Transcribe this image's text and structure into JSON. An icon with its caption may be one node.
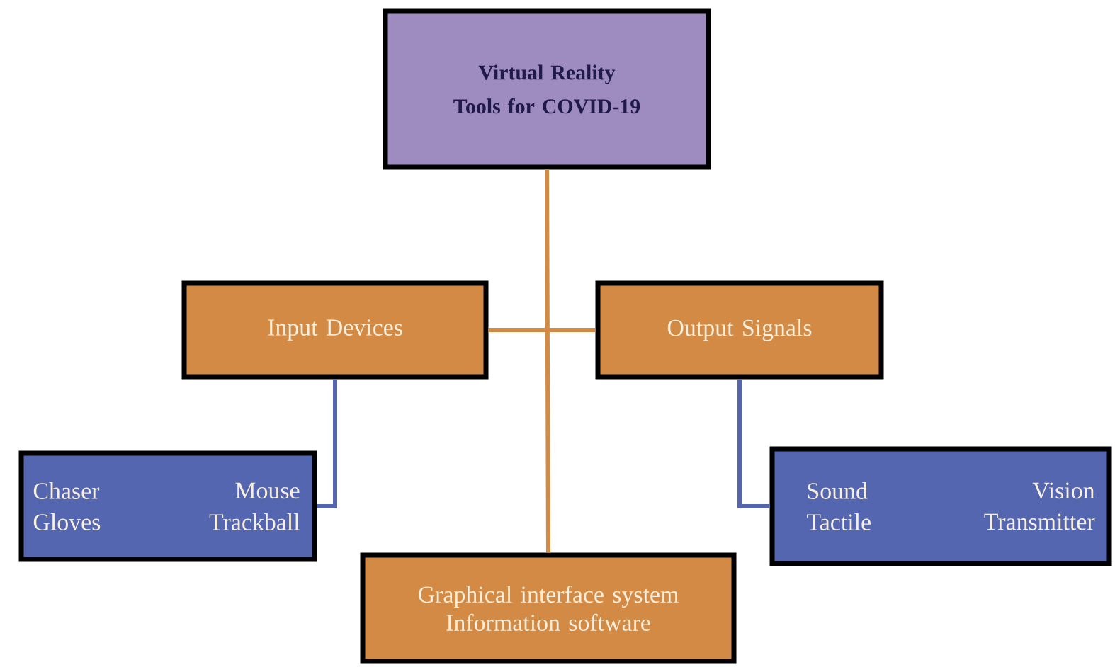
{
  "diagram": {
    "nodes": [
      {
        "text": [
          "Virtual Reality Tools for COVID-19"
        ]
      },
      {
        "text": [
          "Input Devices"
        ]
      },
      {
        "text": [
          "Output Signals"
        ]
      },
      {
        "text": [
          "Chaser",
          "Mouse",
          "Gloves",
          "Trackball"
        ]
      },
      {
        "text": [
          "Graphical interface system",
          "Information software"
        ]
      },
      {
        "text": [
          "Sound",
          "Vision",
          "Tactile",
          "Transmitter"
        ]
      }
    ],
    "edges": [
      {
        "from": 0,
        "to": 1,
        "arrow": "none"
      },
      {
        "from": 0,
        "to": 2,
        "arrow": "none"
      },
      {
        "from": 0,
        "to": 4,
        "arrow": "none"
      },
      {
        "from": 1,
        "to": 3,
        "arrow": "none",
        "color": "#5566b0"
      },
      {
        "from": 2,
        "to": 5,
        "arrow": "none",
        "color": "#5566b0"
      }
    ]
  }
}
